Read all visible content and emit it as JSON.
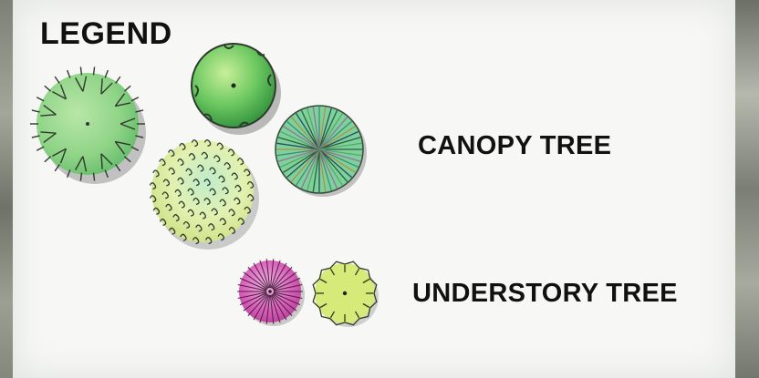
{
  "legend": {
    "title": "LEGEND",
    "categories": [
      {
        "label": "CANOPY TREE"
      },
      {
        "label": "UNDERSTORY TREE"
      }
    ]
  },
  "colors": {
    "background": "#f7f8f6",
    "canopy_light_green": "#9ad88a",
    "canopy_dark_green": "#3fa24a",
    "canopy_yellow_green": "#e4f0a6",
    "canopy_radial": "#6cc48a",
    "understory_pink": "#d85bb8",
    "understory_lime": "#cfe86a"
  },
  "icons": [
    "canopy-spiky-tree-icon",
    "canopy-round-tree-icon",
    "canopy-fluffy-tree-icon",
    "canopy-radial-tree-icon",
    "understory-pink-tree-icon",
    "understory-lime-tree-icon"
  ]
}
